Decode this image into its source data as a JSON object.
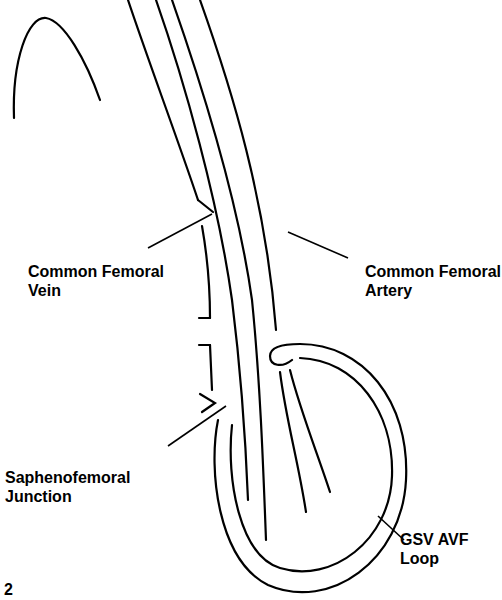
{
  "diagram": {
    "labels": [
      "Common Femoral Artery",
      "Common Femoral Vein",
      "Saphenofemoral Junction",
      "GSV AVF Loop",
      "2"
    ]
  }
}
